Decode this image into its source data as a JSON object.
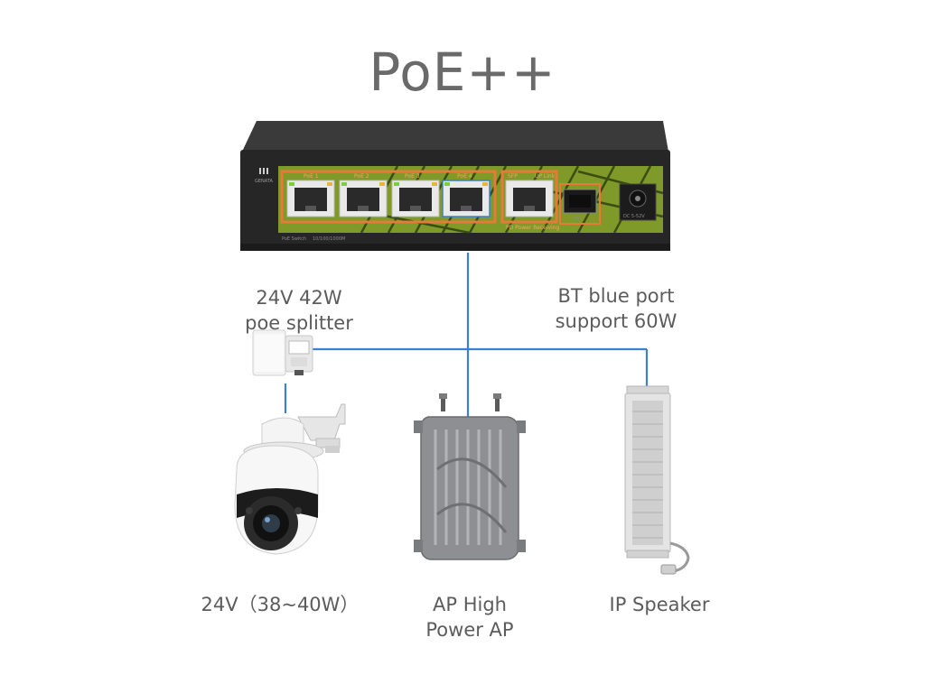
{
  "title": "PoE++",
  "switch": {
    "brand": "GENATA",
    "port_labels": [
      "PoE 1",
      "PoE 2",
      "PoE 3",
      "PoE 4"
    ],
    "uplink_labels": [
      "SFP",
      "UP Link"
    ],
    "sfp_label": "SFP",
    "power_label": "DC 5-52V",
    "model_text": "PoE Switch",
    "speed_text": "10/100/1000M",
    "pd_text": "PD Power Receiving"
  },
  "labels": {
    "splitter_line1": "24V 42W",
    "splitter_line2": "poe splitter",
    "bt_line1": "BT blue port",
    "bt_line2": "support 60W",
    "camera": "24V（38~40W）",
    "ap_line1": "AP High",
    "ap_line2": "Power AP",
    "speaker": "IP Speaker"
  },
  "colors": {
    "cable": "#3e7fd1",
    "switch_body": "#2a2a2a",
    "panel_green": "#8a9a2a",
    "panel_orange": "#e8793a"
  }
}
